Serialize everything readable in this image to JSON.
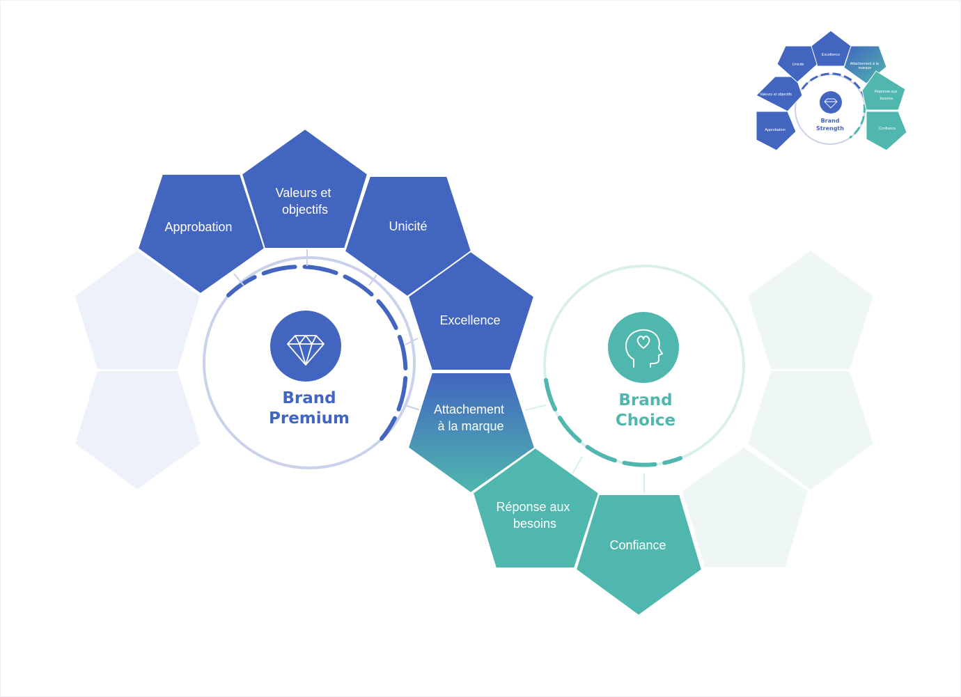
{
  "colors": {
    "blue": "#4265c0",
    "teal": "#4fb7ad",
    "faded_blue": "#edf1f9",
    "faded_teal": "#eef7f6",
    "ring_blue_light": "#c9d2ea",
    "ring_teal_light": "#d9efec"
  },
  "main_diagram": {
    "segments": [
      {
        "id": "approbation",
        "label_lines": [
          "Approbation"
        ]
      },
      {
        "id": "valeurs",
        "label_lines": [
          "Valeurs et",
          "objectifs"
        ]
      },
      {
        "id": "unicite",
        "label_lines": [
          "Unicité"
        ]
      },
      {
        "id": "excellence",
        "label_lines": [
          "Excellence"
        ]
      },
      {
        "id": "attachement",
        "label_lines": [
          "Attachement",
          "à la marque"
        ]
      },
      {
        "id": "reponse",
        "label_lines": [
          "Réponse aux",
          "besoins"
        ]
      },
      {
        "id": "confiance",
        "label_lines": [
          "Confiance"
        ]
      }
    ],
    "hub_premium": {
      "line1": "Brand",
      "line2": "Premium",
      "icon": "diamond-icon"
    },
    "hub_choice": {
      "line1": "Brand",
      "line2": "Choice",
      "icon": "head-heart-icon"
    }
  },
  "thumbnail": {
    "segments": [
      {
        "id": "approbation",
        "label_lines": [
          "Approbation"
        ]
      },
      {
        "id": "valeurs",
        "label_lines": [
          "Valeurs et objectifs"
        ]
      },
      {
        "id": "unicite",
        "label_lines": [
          "Unicité"
        ]
      },
      {
        "id": "excellence",
        "label_lines": [
          "Excellence"
        ]
      },
      {
        "id": "attachement",
        "label_lines": [
          "Attachement à la",
          "marque"
        ]
      },
      {
        "id": "reponse",
        "label_lines": [
          "Réponse aux",
          "besoins"
        ]
      },
      {
        "id": "confiance",
        "label_lines": [
          "Confiance"
        ]
      }
    ],
    "hub": {
      "line1": "Brand",
      "line2": "Strength",
      "icon": "diamond-icon"
    }
  }
}
